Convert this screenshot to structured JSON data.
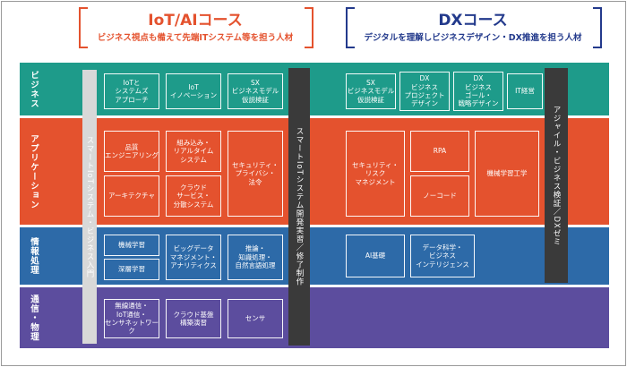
{
  "headers": {
    "left": {
      "title": "IoT/AIコース",
      "subtitle": "ビジネス視点も備えて先端ITシステム等を担う人材",
      "color": "#e4522e"
    },
    "right": {
      "title": "DXコース",
      "subtitle": "デジタルを理解しビジネスデザイン・DX推進を担う人材",
      "color": "#233a8c"
    }
  },
  "bands": {
    "business": {
      "label": "ビジネス",
      "color": "#1e9b8a"
    },
    "application": {
      "label": "アプリケーション",
      "color": "#e4522e"
    },
    "information": {
      "label": "情報処理",
      "color": "#2d6aa8"
    },
    "network": {
      "label": "通信・物理",
      "color": "#5c4d9e"
    }
  },
  "pillars": {
    "left_intro": "スマートIoTシステム・ビジネス入門",
    "center": "スマートIoTシステム開発実習／修了制作",
    "right": "アジャイル・ビジネス検証／DXゼミ"
  },
  "boxes": {
    "iot_system_approach": "IoTと\nシステムズ\nアプローチ",
    "iot_innovation": "IoT\nイノベーション",
    "sx_model_left": "SX\nビジネスモデル\n仮説検証",
    "quality_engineering": "品質\nエンジニアリング",
    "realtime_systems": "組み込み・\nリアルタイム\nシステム",
    "security_privacy_law_left": "セキュリティ・\nプライバシ・\n法令",
    "architecture": "アーキテクチャ",
    "cloud_distributed": "クラウド\nサービス・\n分散システム",
    "machine_learning": "機械学習",
    "deep_learning": "深層学習",
    "bigdata": "ビッグデータ\nマネジメント・\nアナリティクス",
    "reasoning_nlp": "推論・\n知識処理・\n自然言語処理",
    "wireless": "無線通信・\nIoT通信・\nセンサネットワーク",
    "cloud_infra": "クラウド基盤\n構築演習",
    "sensor": "センサ",
    "sx_model_right": "SX\nビジネスモデル\n仮説検証",
    "dx_project_design": "DX\nビジネス\nプロジェクト\nデザイン",
    "dx_goal_strategy": "DX\nビジネス\nゴール・\n戦略デザイン",
    "it_management": "IT経営",
    "security_risk": "セキュリティ・\nリスク\nマネジメント",
    "rpa": "RPA",
    "ml_engineering": "機械学習工学",
    "no_code": "ノーコード",
    "ai_basics": "AI基礎",
    "data_science": "データ科学・\nビジネス\nインテリジェンス"
  }
}
